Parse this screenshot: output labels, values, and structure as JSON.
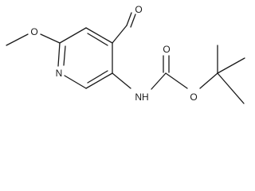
{
  "molecule": {
    "atoms": {
      "aldehyde_oxygen": "O",
      "methoxy_oxygen": "O",
      "pyridine_nitrogen": "N",
      "amide_nh": "NH",
      "carbonyl_oxygen": "O",
      "ester_oxygen": "O"
    }
  }
}
